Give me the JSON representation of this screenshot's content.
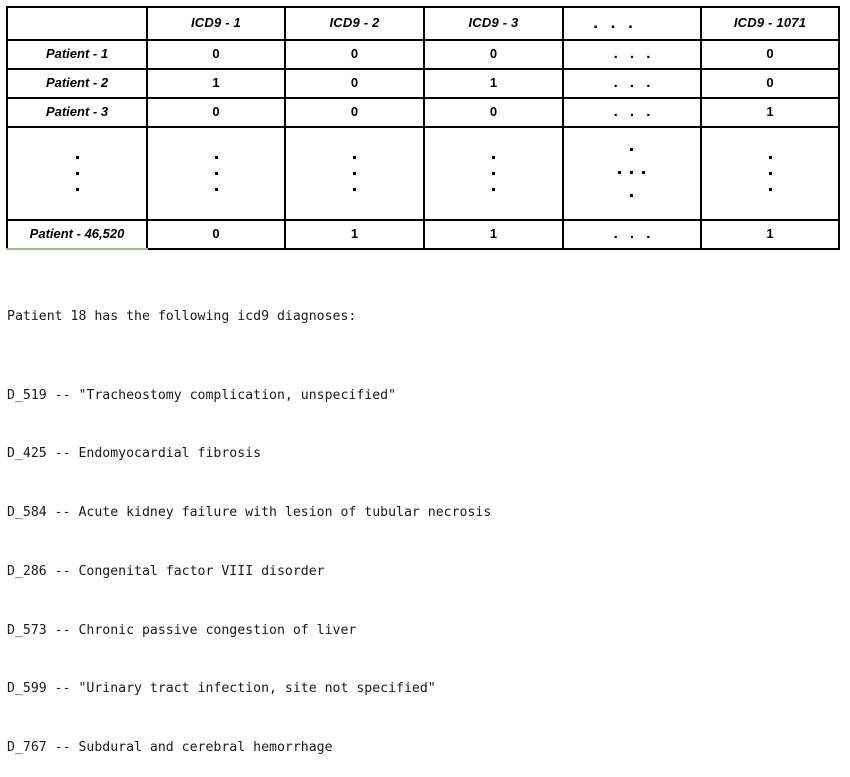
{
  "table": {
    "corner_label": "",
    "column_headers": [
      "ICD9 - 1",
      "ICD9 - 2",
      "ICD9 - 3",
      ". . .",
      "ICD9 - 1071"
    ],
    "row_labels": [
      "Patient - 1",
      "Patient - 2",
      "Patient - 3",
      "vertical-ellipsis",
      "Patient - 46,520"
    ],
    "rows": [
      {
        "label": "Patient - 1",
        "values": [
          "0",
          "0",
          "0",
          ". . .",
          "0"
        ]
      },
      {
        "label": "Patient - 2",
        "values": [
          "1",
          "0",
          "1",
          ". . .",
          "0"
        ]
      },
      {
        "label": "Patient - 3",
        "values": [
          "0",
          "0",
          "0",
          ". . .",
          "1"
        ]
      },
      {
        "label": "",
        "values": [
          "",
          "",
          "",
          "",
          ""
        ]
      },
      {
        "label": "Patient - 46,520",
        "values": [
          "0",
          "1",
          "1",
          ". . .",
          "1"
        ]
      }
    ],
    "ellipsis_glyph": ". . .",
    "colors": {
      "header_green": "#b9d5ab",
      "rowlabel_green": "#dce9d3",
      "border": "#000000",
      "rowlabel_border": "#9cbb8e",
      "cell_background": "#ffffff",
      "text": "#000000"
    }
  },
  "diagnoses": {
    "intro": "Patient 18 has the following icd9 diagnoses:",
    "lines": [
      "D_519 -- \"Tracheostomy complication, unspecified\"",
      "D_425 -- Endomyocardial fibrosis",
      "D_584 -- Acute kidney failure with lesion of tubular necrosis",
      "D_286 -- Congenital factor VIII disorder",
      "D_573 -- Chronic passive congestion of liver",
      "D_599 -- \"Urinary tract infection, site not specified\"",
      "D_767 -- Subdural and cerebral hemorrhage"
    ]
  }
}
